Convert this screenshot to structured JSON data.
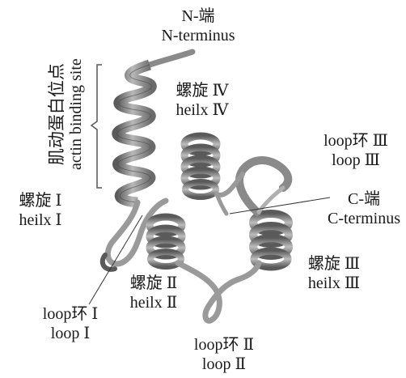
{
  "colors": {
    "ribbon": "#8a8a8a",
    "ribbon_light": "#c9c9c9",
    "ribbon_dark": "#4a4a4a",
    "text": "#1a1a1a"
  },
  "labels": {
    "n_terminus": {
      "zh": "N-端",
      "en": "N-terminus"
    },
    "actin_site": {
      "zh": "肌动蛋白位点",
      "en": "actin binding site"
    },
    "helix_4": {
      "zh": "螺旋 Ⅳ",
      "en": "heilx Ⅳ"
    },
    "loop_3": {
      "zh": "loop环 Ⅲ",
      "en": "loop Ⅲ"
    },
    "helix_1": {
      "zh": "螺旋 Ⅰ",
      "en": "heilx Ⅰ"
    },
    "c_terminus": {
      "zh": "C-端",
      "en": "C-terminus"
    },
    "helix_2": {
      "zh": "螺旋 Ⅱ",
      "en": "heilx Ⅱ"
    },
    "helix_3": {
      "zh": "螺旋 Ⅲ",
      "en": "heilx Ⅲ"
    },
    "loop_1": {
      "zh": "loop环 Ⅰ",
      "en": "loop Ⅰ"
    },
    "loop_2": {
      "zh": "loop环 Ⅱ",
      "en": "loop Ⅱ"
    }
  }
}
